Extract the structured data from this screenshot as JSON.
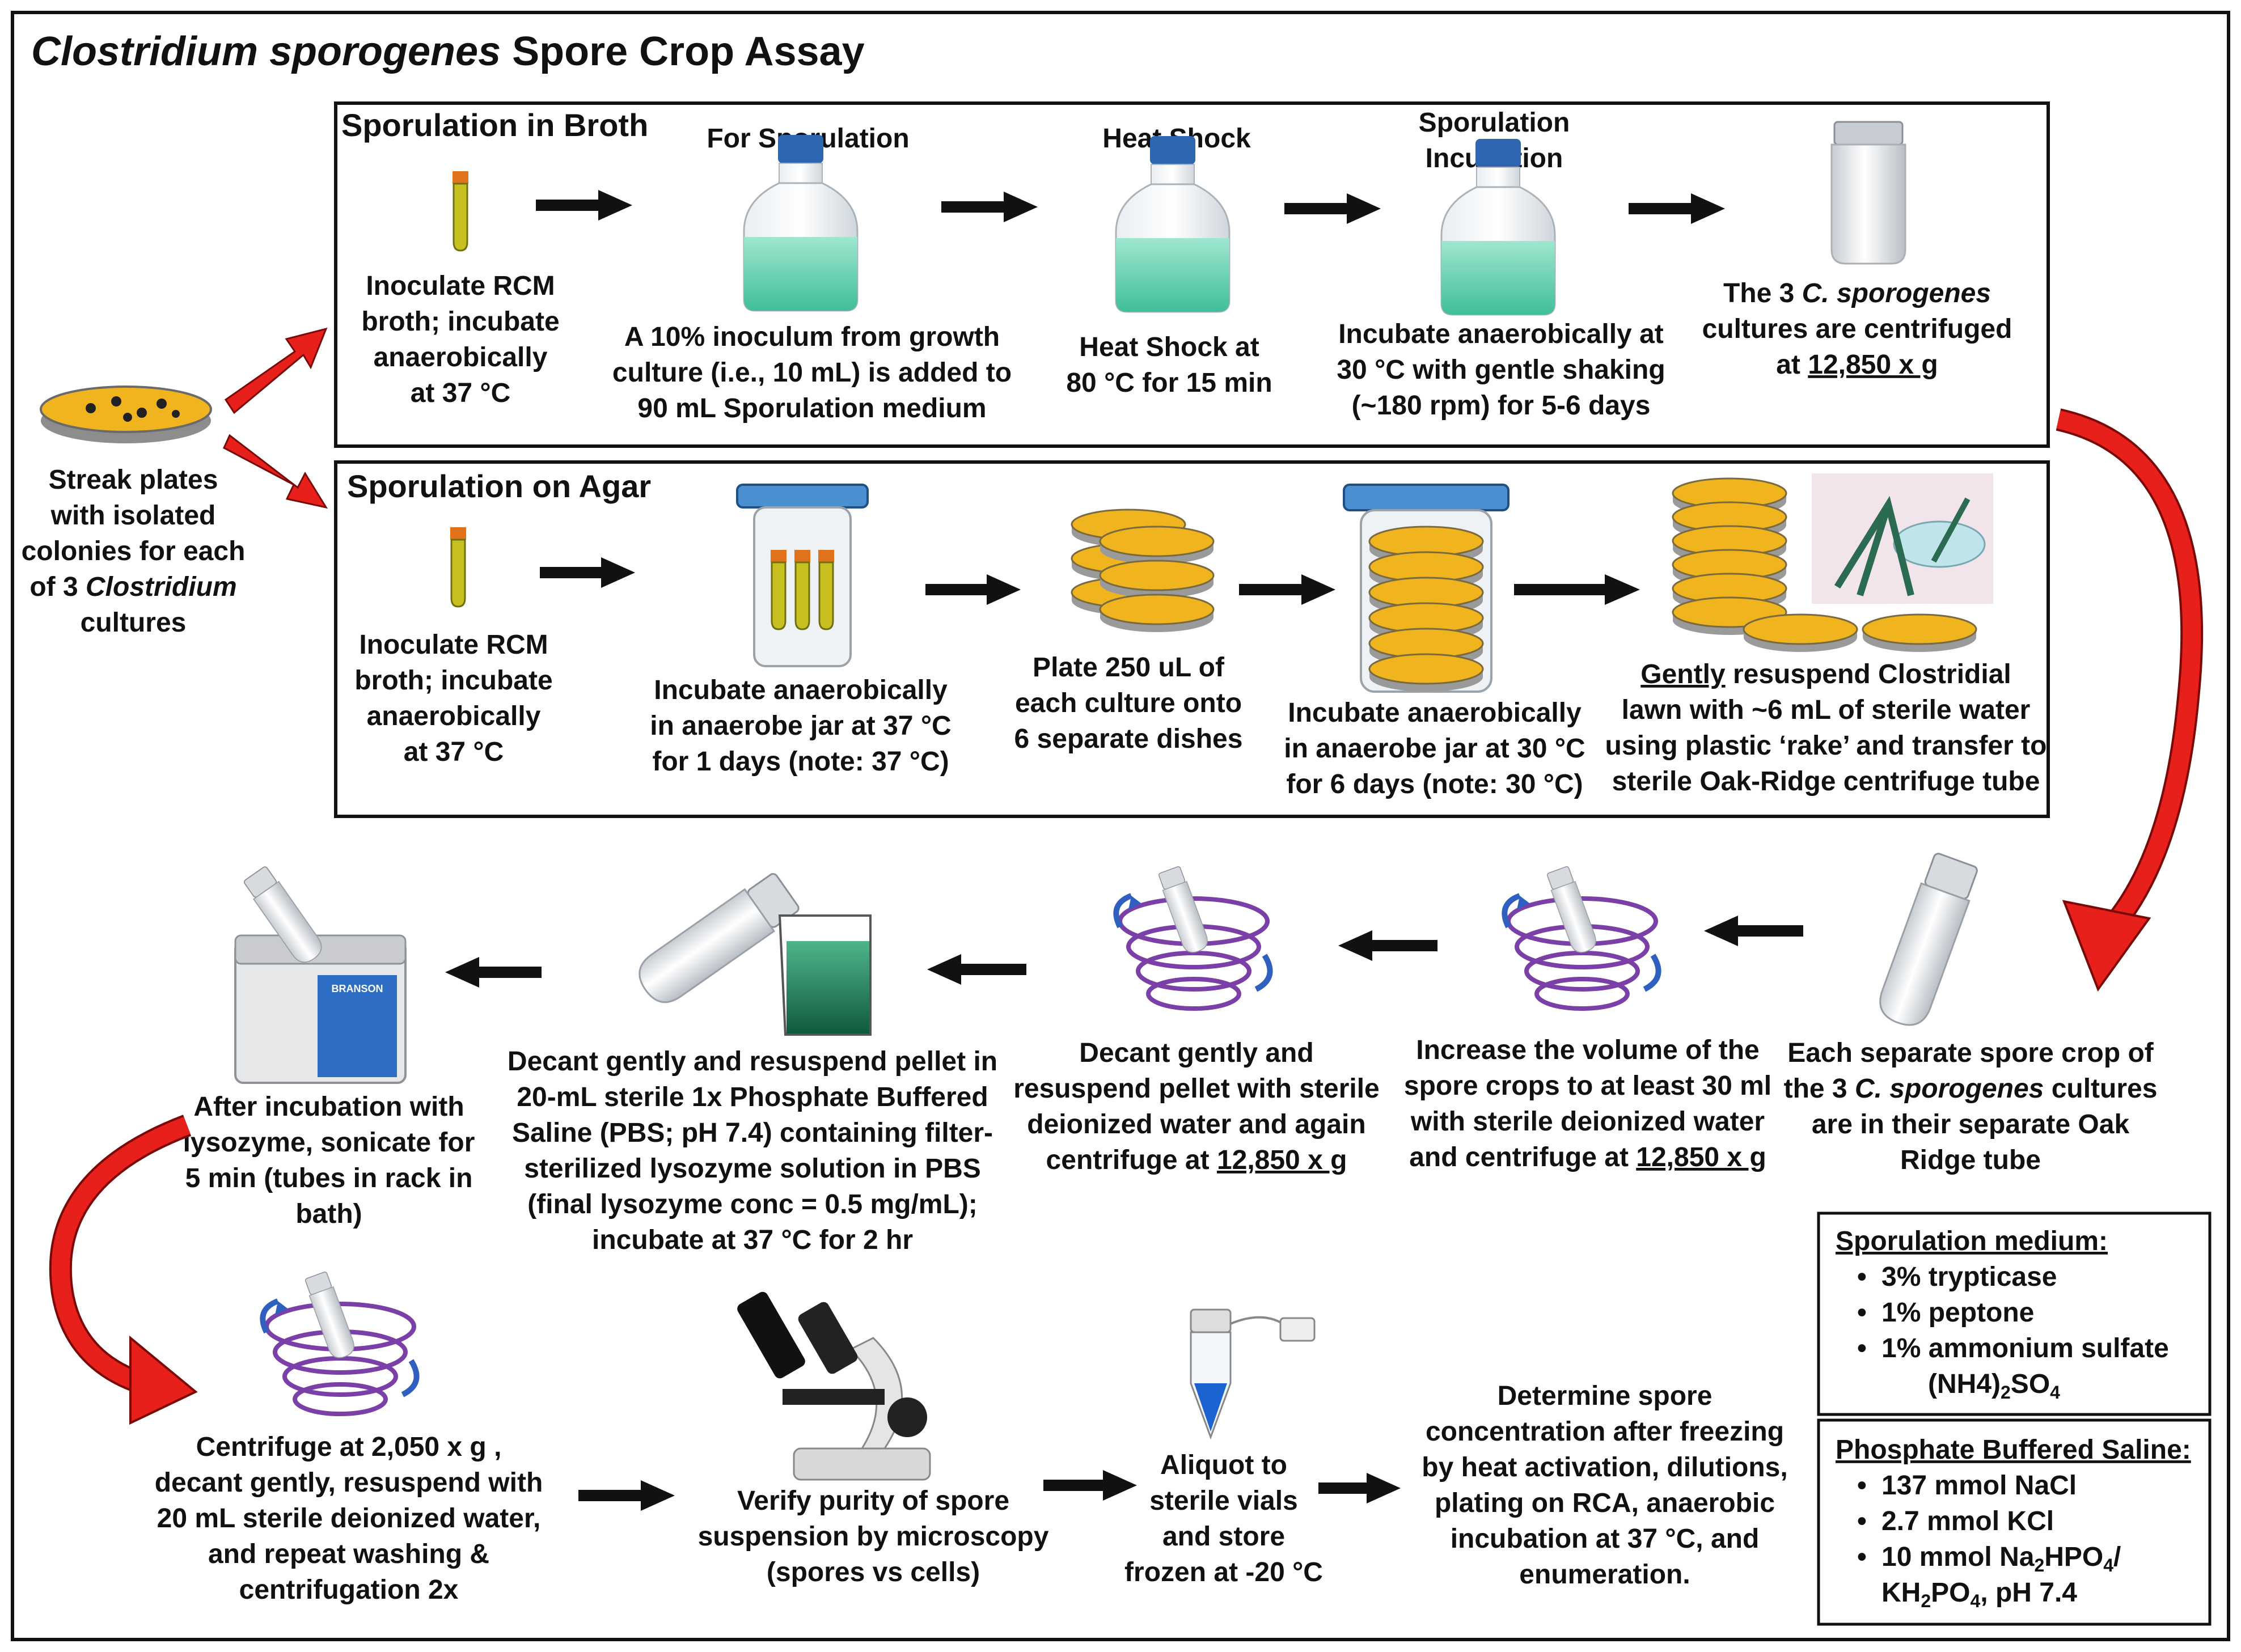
{
  "title": {
    "italic": "Clostridium sporogenes",
    "rest": " Spore Crop Assay"
  },
  "streak": {
    "l1": "Streak plates",
    "l2": "with isolated",
    "l3": "colonies for each",
    "l4a": "of 3 ",
    "l4b": "Clostridium",
    "l5": "cultures"
  },
  "broth": {
    "heading": "Sporulation in Broth",
    "s1": {
      "l1": "Inoculate RCM",
      "l2": "broth; incubate",
      "l3": "anaerobically",
      "l4": "at 37 °C"
    },
    "s2": {
      "header": "For Sporulation",
      "l1": "A 10% inoculum from growth",
      "l2": "culture (i.e., 10 mL) is added to",
      "l3": "90 mL Sporulation medium"
    },
    "s3": {
      "header": "Heat Shock",
      "l1": "Heat Shock at",
      "l2": "80 °C for 15 min"
    },
    "s4": {
      "header1": "Sporulation",
      "header2": "Incubation",
      "l1": "Incubate anaerobically at",
      "l2": "30 °C with gentle shaking",
      "l3": "(~180 rpm) for 5-6 days"
    },
    "s5": {
      "l1a": "The 3 ",
      "l1b": "C. sporogenes",
      "l2": "cultures are centrifuged",
      "l3a": "at ",
      "l3b": "12,850 x g"
    }
  },
  "agar": {
    "heading": "Sporulation on Agar",
    "s1": {
      "l1": "Inoculate RCM",
      "l2": "broth; incubate",
      "l3": "anaerobically",
      "l4": "at 37 °C"
    },
    "s2": {
      "l1": "Incubate anaerobically",
      "l2": "in anaerobe jar at 37 °C",
      "l3": "for 1 days (note: 37 °C)"
    },
    "s3": {
      "l1": "Plate 250 uL of",
      "l2": "each culture onto",
      "l3": "6 separate dishes"
    },
    "s4": {
      "l1": "Incubate anaerobically",
      "l2": "in anaerobe jar at 30 °C",
      "l3": "for 6 days (note: 30 °C)"
    },
    "s5": {
      "l1a": "Gently",
      "l1b": " resuspend Clostridial",
      "l2": "lawn with ~6 mL of sterile water",
      "l3": "using plastic ‘rake’ and transfer to",
      "l4": "sterile Oak-Ridge centrifuge tube"
    }
  },
  "row3": {
    "oak": {
      "l1": "Each separate spore crop of",
      "l2a": "the 3 ",
      "l2b": "C. sporogenes",
      "l2c": " cultures",
      "l3": "are in their separate Oak",
      "l4": "Ridge tube"
    },
    "inc": {
      "l1": "Increase the volume of the",
      "l2": "spore crops to at least 30 ml",
      "l3": "with sterile deionized water",
      "l4a": "and centrifuge at ",
      "l4b": "12,850 x g"
    },
    "dec": {
      "l1": "Decant gently and",
      "l2": "resuspend pellet with sterile",
      "l3": "deionized water and again",
      "l4a": "centrifuge at ",
      "l4b": "12,850 x g"
    },
    "pbs": {
      "l1": "Decant gently and resuspend pellet in",
      "l2": "20-mL sterile 1x Phosphate Buffered",
      "l3": "Saline (PBS; pH 7.4) containing filter-",
      "l4": "sterilized lysozyme solution in PBS",
      "l5": "(final lysozyme conc = 0.5 mg/mL);",
      "l6": "incubate at 37 °C for 2 hr"
    },
    "son": {
      "l1": "After incubation with",
      "l2": "lysozyme, sonicate for",
      "l3": "5 min (tubes in rack in",
      "l4": "bath)"
    },
    "brand": "BRANSON"
  },
  "row4": {
    "cent": {
      "l1": "Centrifuge at 2,050 x g ,",
      "l2": "decant gently, resuspend with",
      "l3": "20 mL sterile deionized water,",
      "l4": "and repeat washing &",
      "l5": "centrifugation 2x"
    },
    "micro": {
      "l1": "Verify purity of spore",
      "l2": "suspension by microscopy",
      "l3": "(spores vs cells)"
    },
    "aliq": {
      "l1": "Aliquot to",
      "l2": "sterile vials",
      "l3": "and store",
      "l4": "frozen at -20 °C"
    },
    "det": {
      "l1": "Determine spore",
      "l2": "concentration after freezing",
      "l3": "by heat activation, dilutions,",
      "l4": "plating on RCA, anaerobic",
      "l5": "incubation at 37 °C, and",
      "l6": "enumeration."
    }
  },
  "medium": {
    "title": "Sporulation medium:",
    "i1": "3% trypticase",
    "i2": "1% peptone",
    "i3": "1% ammonium sulfate",
    "i4a": "(NH4)",
    "i4b": "2",
    "i4c": "SO",
    "i4d": "4"
  },
  "pbsbox": {
    "title": "Phosphate Buffered Saline:",
    "i1": "137 mmol NaCl",
    "i2": "2.7 mmol KCl",
    "i3a": "10 mmol Na",
    "i3b": "2",
    "i3c": "HPO",
    "i3d": "4",
    "i3e": "/",
    "i4a": "KH",
    "i4b": "2",
    "i4c": "PO",
    "i4d": "4",
    "i4e": ", pH 7.4"
  },
  "colors": {
    "red": "#e8201c",
    "agar": "#f0b41e",
    "broth": "#c8c020",
    "bottle_liquid": "#6fd7b8",
    "cap_blue": "#2e66b0",
    "purple": "#7b3fa8",
    "beaker_green": "#1f8a5e"
  }
}
